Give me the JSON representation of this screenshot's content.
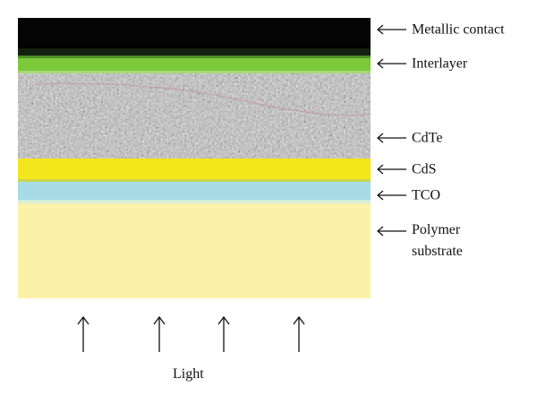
{
  "layers": [
    {
      "id": "metal",
      "label": "Metallic contact",
      "color": "#050505"
    },
    {
      "id": "inter",
      "label": "Interlayer",
      "color": "#7cc93a"
    },
    {
      "id": "cdte",
      "label": "CdTe",
      "color": "#bdbdbd"
    },
    {
      "id": "cds",
      "label": "CdS",
      "color": "#f3e61a"
    },
    {
      "id": "tco",
      "label": "TCO",
      "color": "#a7dbe6"
    },
    {
      "id": "sub",
      "label_line1": "Polymer",
      "label_line2": "substrate",
      "color": "#faf2a8"
    }
  ],
  "light": {
    "label": "Light",
    "arrow_count": 4
  }
}
